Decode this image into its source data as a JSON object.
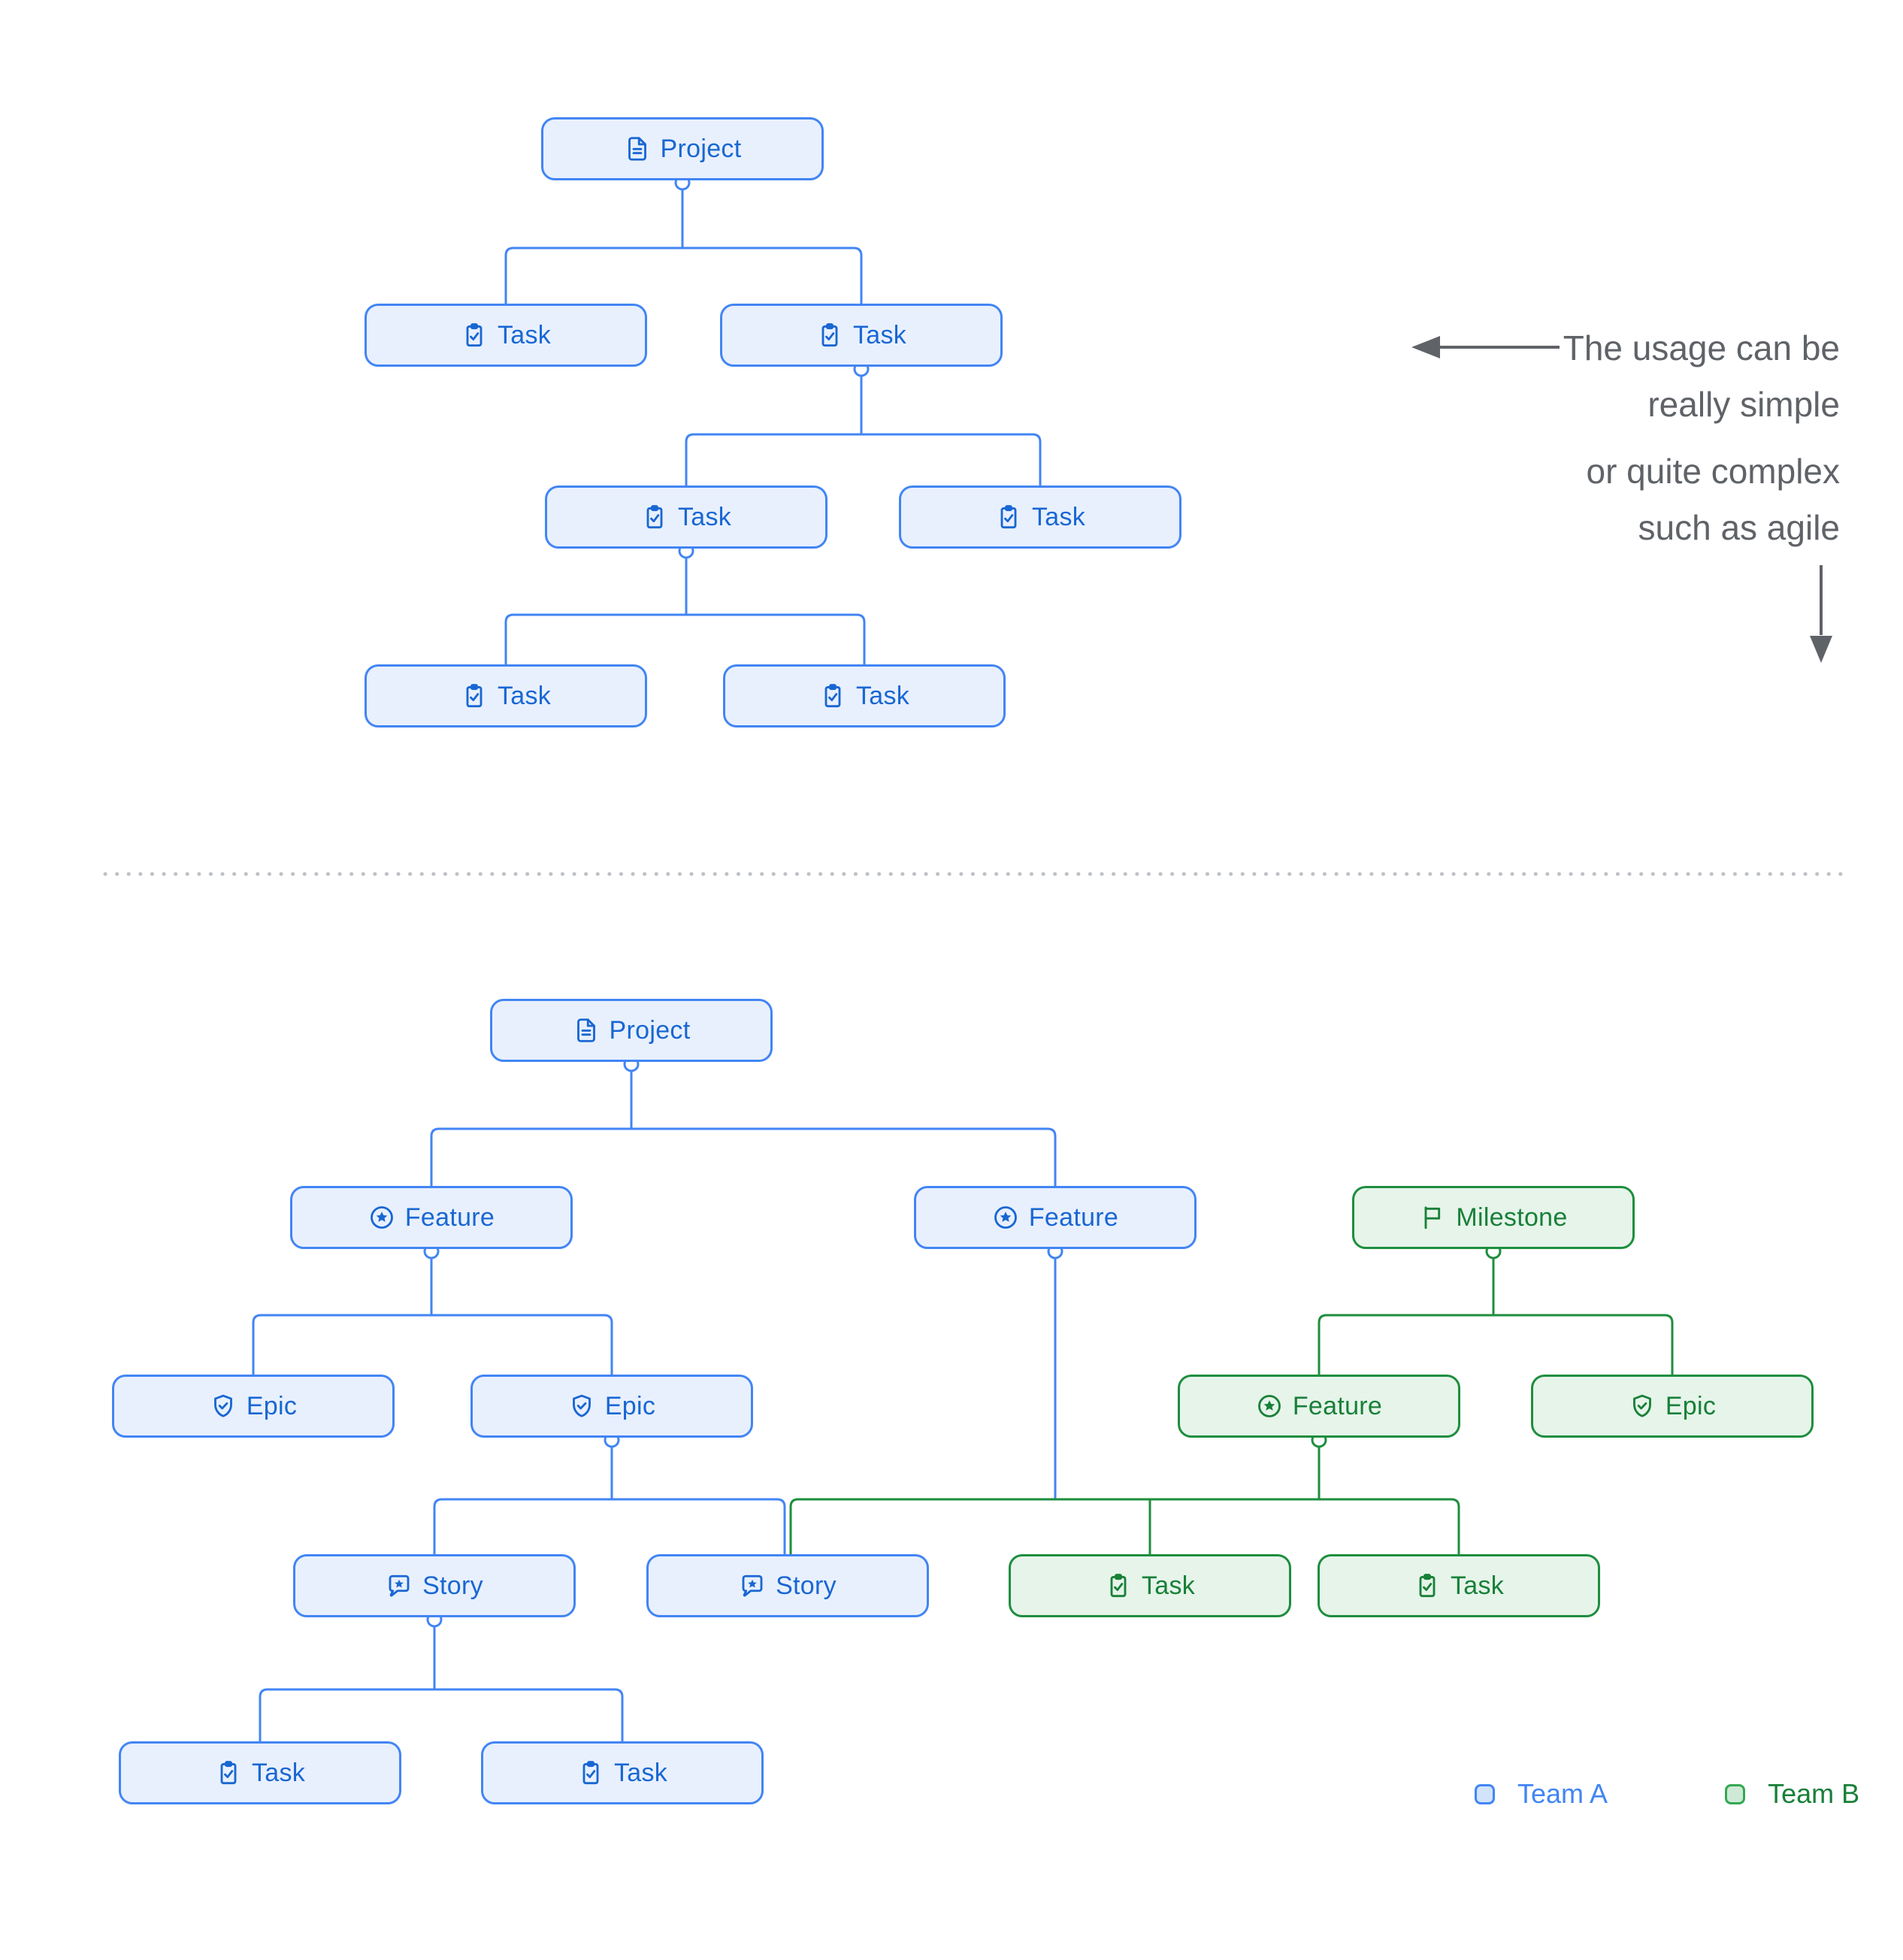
{
  "annotation": {
    "line1": "The usage can be",
    "line2": "really simple",
    "line3": "or quite complex",
    "line4": "such as agile"
  },
  "legend": {
    "team_a": "Team A",
    "team_b": "Team B"
  },
  "colors": {
    "blue_border": "#4285f4",
    "blue_fill": "#e8f0fe",
    "blue_text": "#1967d2",
    "green_border": "#1e8e3e",
    "green_fill": "#e6f4ea",
    "green_text": "#188038",
    "annotation_text": "#5f6368",
    "divider_dots": "#bdc1c6"
  },
  "d1": {
    "title": "simple hierarchy",
    "nodes": [
      {
        "label": "Project",
        "icon": "project-icon",
        "team": "A"
      },
      {
        "label": "Task",
        "icon": "task-icon",
        "team": "A"
      },
      {
        "label": "Task",
        "icon": "task-icon",
        "team": "A"
      },
      {
        "label": "Task",
        "icon": "task-icon",
        "team": "A"
      },
      {
        "label": "Task",
        "icon": "task-icon",
        "team": "A"
      },
      {
        "label": "Task",
        "icon": "task-icon",
        "team": "A"
      },
      {
        "label": "Task",
        "icon": "task-icon",
        "team": "A"
      }
    ]
  },
  "d2": {
    "title": "complex agile hierarchy",
    "nodes": [
      {
        "label": "Project",
        "icon": "project-icon",
        "team": "A"
      },
      {
        "label": "Feature",
        "icon": "feature-icon",
        "team": "A"
      },
      {
        "label": "Feature",
        "icon": "feature-icon",
        "team": "A"
      },
      {
        "label": "Milestone",
        "icon": "milestone-flag-icon",
        "team": "B"
      },
      {
        "label": "Epic",
        "icon": "epic-icon",
        "team": "A"
      },
      {
        "label": "Epic",
        "icon": "epic-icon",
        "team": "A"
      },
      {
        "label": "Feature",
        "icon": "feature-icon",
        "team": "B"
      },
      {
        "label": "Epic",
        "icon": "epic-icon",
        "team": "B"
      },
      {
        "label": "Story",
        "icon": "story-icon",
        "team": "A"
      },
      {
        "label": "Story",
        "icon": "story-icon",
        "team": "A"
      },
      {
        "label": "Task",
        "icon": "task-icon",
        "team": "B"
      },
      {
        "label": "Task",
        "icon": "task-icon",
        "team": "B"
      },
      {
        "label": "Task",
        "icon": "task-icon",
        "team": "A"
      },
      {
        "label": "Task",
        "icon": "task-icon",
        "team": "A"
      }
    ]
  }
}
